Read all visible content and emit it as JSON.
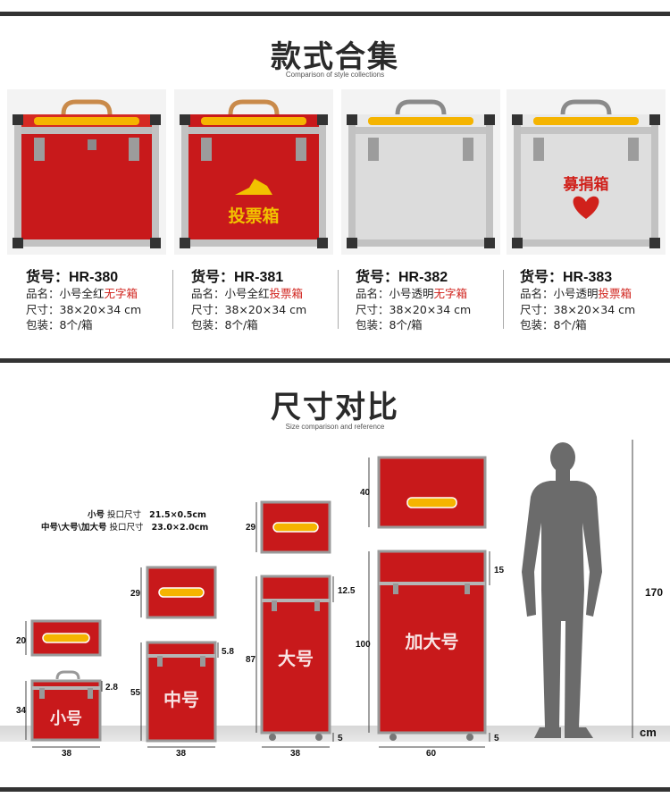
{
  "section1": {
    "title": "款式合集",
    "subtitle": "Comparison of style collections"
  },
  "products": [
    {
      "code": "货号：HR-380",
      "name_prefix": "品名：小号全红",
      "name_highlight": "无字箱",
      "size": "尺寸：38×20×34 cm",
      "packing": "包装：8个/箱",
      "panel_text": ""
    },
    {
      "code": "货号：HR-381",
      "name_prefix": "品名：小号全红",
      "name_highlight": "投票箱",
      "size": "尺寸：38×20×34 cm",
      "packing": "包装：8个/箱",
      "panel_text": "投票箱"
    },
    {
      "code": "货号：HR-382",
      "name_prefix": "品名：小号透明",
      "name_highlight": "无字箱",
      "size": "尺寸：38×20×34 cm",
      "packing": "包装：8个/箱",
      "panel_text": ""
    },
    {
      "code": "货号：HR-383",
      "name_prefix": "品名：小号透明",
      "name_highlight": "投票箱",
      "size": "尺寸：38×20×34 cm",
      "packing": "包装：8个/箱",
      "panel_text": "募捐箱"
    }
  ],
  "section2": {
    "title": "尺寸对比",
    "subtitle": "Size comparison and reference"
  },
  "slot_legend": {
    "row1_name": "小号",
    "row1_label": "投口尺寸",
    "row1_value": "21.5×0.5cm",
    "row2_name": "中号\\大号\\加大号",
    "row2_label": "投口尺寸",
    "row2_value": "23.0×2.0cm"
  },
  "boxes": {
    "small": {
      "label": "小号",
      "width": "38",
      "lid_h": "20",
      "body_h": "34",
      "gap": "2.8"
    },
    "medium": {
      "label": "中号",
      "width": "38",
      "lid_h": "29",
      "body_h": "55",
      "gap": "5.8"
    },
    "large": {
      "label": "大号",
      "width": "38",
      "lid_h": "29",
      "body_h": "87",
      "gap": "12.5",
      "wheel": "5"
    },
    "xlarge": {
      "label": "加大号",
      "width": "60",
      "lid_h": "40",
      "body_h": "100",
      "gap": "15",
      "wheel": "5"
    }
  },
  "person": {
    "height": "170",
    "unit": "cm"
  },
  "colors": {
    "red": "#c8191b",
    "frame": "#b9b9b9",
    "slot": "#f5b400",
    "person": "#6b6b6b"
  }
}
